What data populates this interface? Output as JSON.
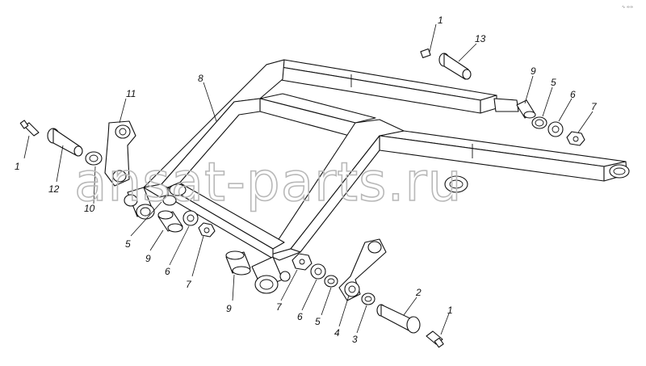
{
  "watermark": "ansat-parts.ru",
  "corner_mark": "∿ ∞∞",
  "callouts": {
    "c1_tl": "1",
    "c12": "12",
    "c10": "10",
    "c11": "11",
    "c8": "8",
    "c5_l": "5",
    "c9_l": "9",
    "c6_l": "6",
    "c7_l": "7",
    "c1_tr": "1",
    "c13": "13",
    "c9_r": "9",
    "c5_r": "5",
    "c6_r": "6",
    "c7_r": "7",
    "c9_b": "9",
    "c7_b": "7",
    "c6_b": "6",
    "c5_b": "5",
    "c4_b": "4",
    "c3_b": "3",
    "c2_b": "2",
    "c1_br": "1"
  }
}
